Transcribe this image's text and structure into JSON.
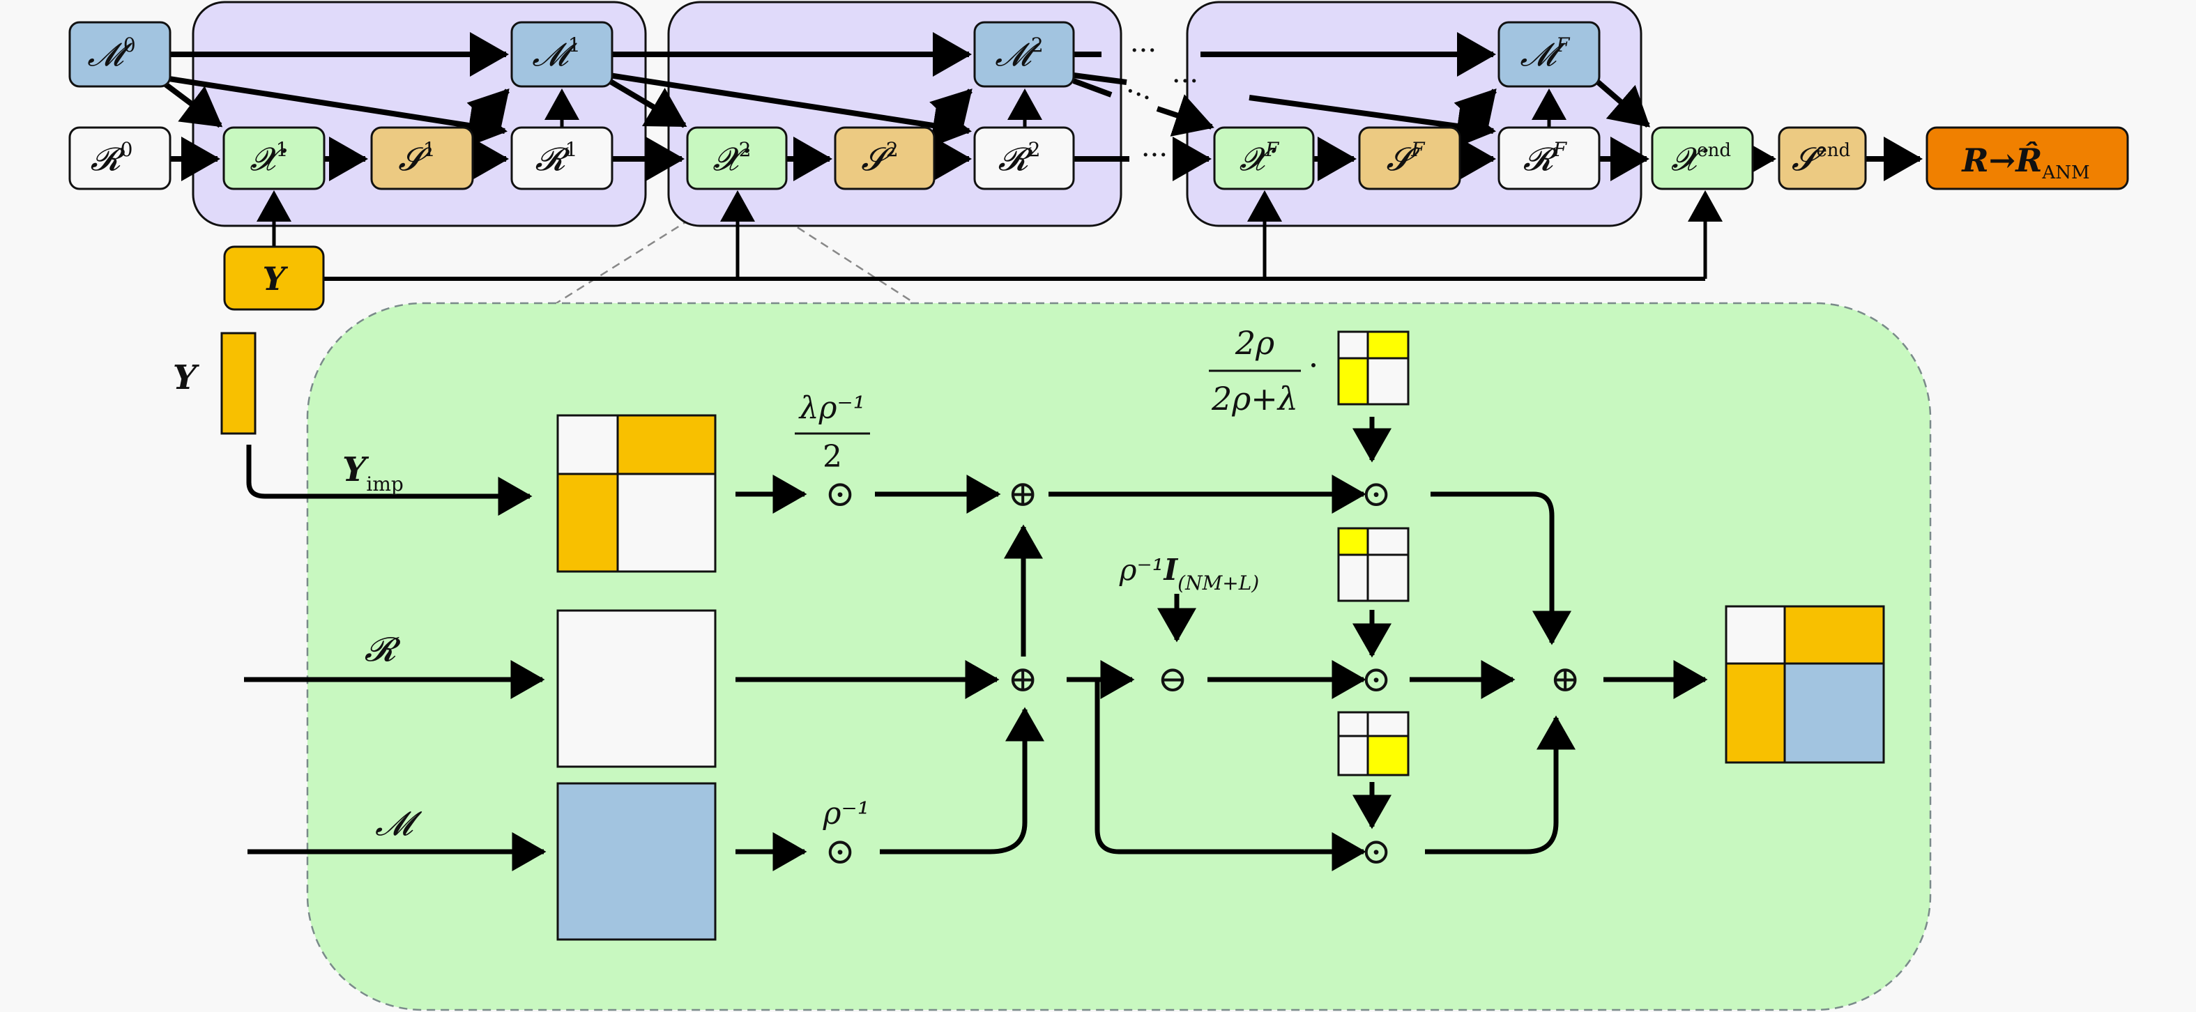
{
  "colors": {
    "background": "#f8f8f8",
    "block_fill": "#e0dafa",
    "memory_fill": "#a2c4e0",
    "residual_fill": "#f8f8f8",
    "x_fill": "#c8f8c0",
    "s_fill": "#ecca82",
    "y_fill": "#f8c000",
    "output_fill": "#f08000",
    "panel_fill": "#c8f8c0",
    "highlight_yellow": "#ffff00",
    "matrix_orange": "#f8c000",
    "matrix_blue": "#a2c4e0"
  },
  "top": {
    "init": {
      "m0": {
        "base": "𝓜",
        "sup": "0"
      },
      "r0": {
        "base": "𝓡",
        "sup": "0"
      }
    },
    "blocks": [
      {
        "x": {
          "base": "𝓧",
          "sup": "1"
        },
        "s": {
          "base": "𝓢",
          "sup": "1"
        },
        "r": {
          "base": "𝓡",
          "sup": "1"
        },
        "m": {
          "base": "𝓜",
          "sup": "1"
        }
      },
      {
        "x": {
          "base": "𝓧",
          "sup": "2"
        },
        "s": {
          "base": "𝓢",
          "sup": "2"
        },
        "r": {
          "base": "𝓡",
          "sup": "2"
        },
        "m": {
          "base": "𝓜",
          "sup": "2"
        }
      },
      {
        "x": {
          "base": "𝓧",
          "sup": "F"
        },
        "s": {
          "base": "𝓢",
          "sup": "F"
        },
        "r": {
          "base": "𝓡",
          "sup": "F"
        },
        "m": {
          "base": "𝓜",
          "sup": "F"
        }
      }
    ],
    "x_end": {
      "base": "𝓧",
      "sup": "end"
    },
    "s_end": {
      "base": "𝓢",
      "sup": "end"
    },
    "output": {
      "left": "R",
      "arrow": "→",
      "right": "R̂",
      "sub": "ANM"
    },
    "y_input": "Y",
    "ellipsis": "···"
  },
  "detail": {
    "y_label": "Y",
    "y_imp_label": {
      "base": "Y",
      "sub": "imp"
    },
    "r_label": "𝓡",
    "m_label": "𝓜",
    "coef_lambda": {
      "num": "λρ⁻¹",
      "den": "2"
    },
    "coef_rho_inv": "ρ⁻¹",
    "coef_frac": {
      "num": "2ρ",
      "den": "2ρ+λ",
      "dot": "·"
    },
    "identity_term": {
      "pre": "ρ⁻¹",
      "base": "I",
      "sub": "(NM+L)"
    },
    "ops": {
      "hadamard": "⊙",
      "plus": "⊕",
      "minus": "⊖"
    }
  }
}
